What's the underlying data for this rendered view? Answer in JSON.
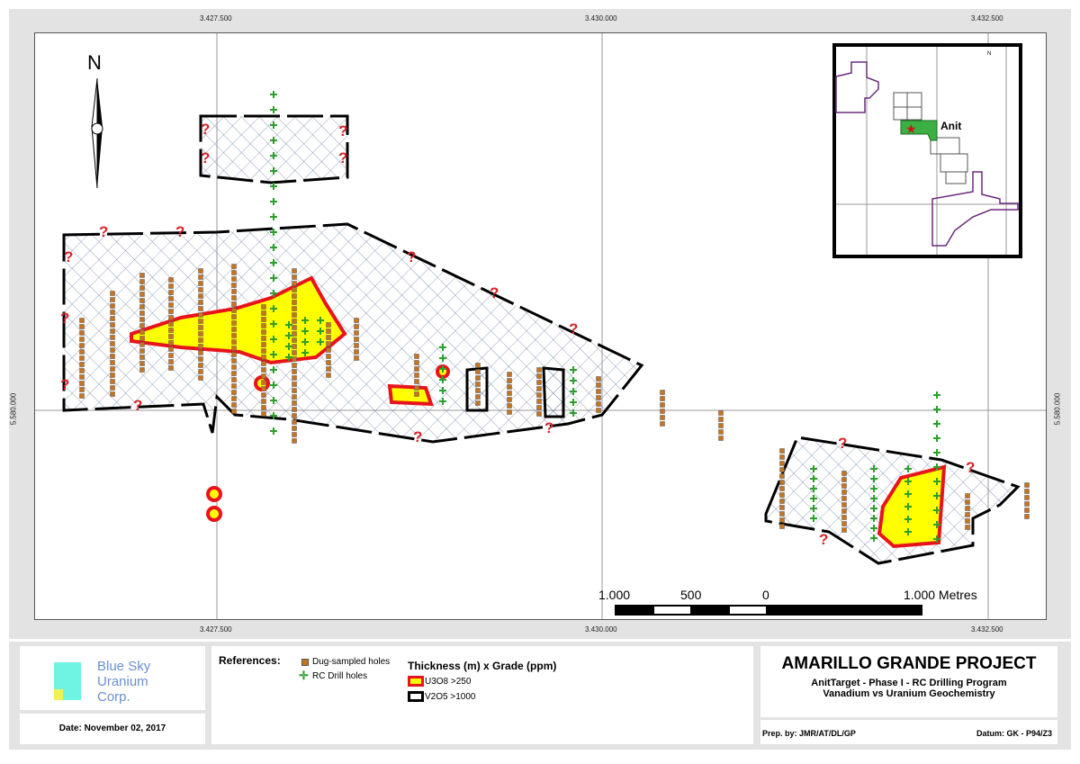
{
  "map": {
    "x_coords": [
      "3.427.500",
      "3.430.000",
      "3.432.500"
    ],
    "y_coord": "5.580.000",
    "north_label": "N",
    "uncertain_marker": "?",
    "scale_labels": [
      "1.000",
      "500",
      "0",
      "1.000 Metres"
    ],
    "inset": {
      "label": "Anit",
      "north_label": "N"
    }
  },
  "logo": {
    "line1": "Blue Sky",
    "line2": "Uranium",
    "line3": "Corp."
  },
  "date": "Date: November 02, 2017",
  "legend": {
    "title": "References:",
    "items": [
      "Dug-sampled holes",
      "RC Drill holes"
    ],
    "thickness_title": "Thickness (m) x Grade (ppm)",
    "zones": [
      "U3O8 >250",
      "V2O5 >1000"
    ]
  },
  "title_block": {
    "title": "AMARILLO GRANDE PROJECT",
    "subtitle1": "AnitTarget - Phase I - RC Drilling Program",
    "subtitle2": "Vanadium vs Uranium Geochemistry",
    "prepared_by": "Prep. by: JMR/AT/DL/GP",
    "datum": "Datum: GK - P94/Z3"
  },
  "colors": {
    "uranium_fill": "#ffff00",
    "uranium_line": "#e8141b",
    "vanadium_line": "#000000",
    "dug": "#c8741e",
    "rc": "#2ca02c"
  }
}
